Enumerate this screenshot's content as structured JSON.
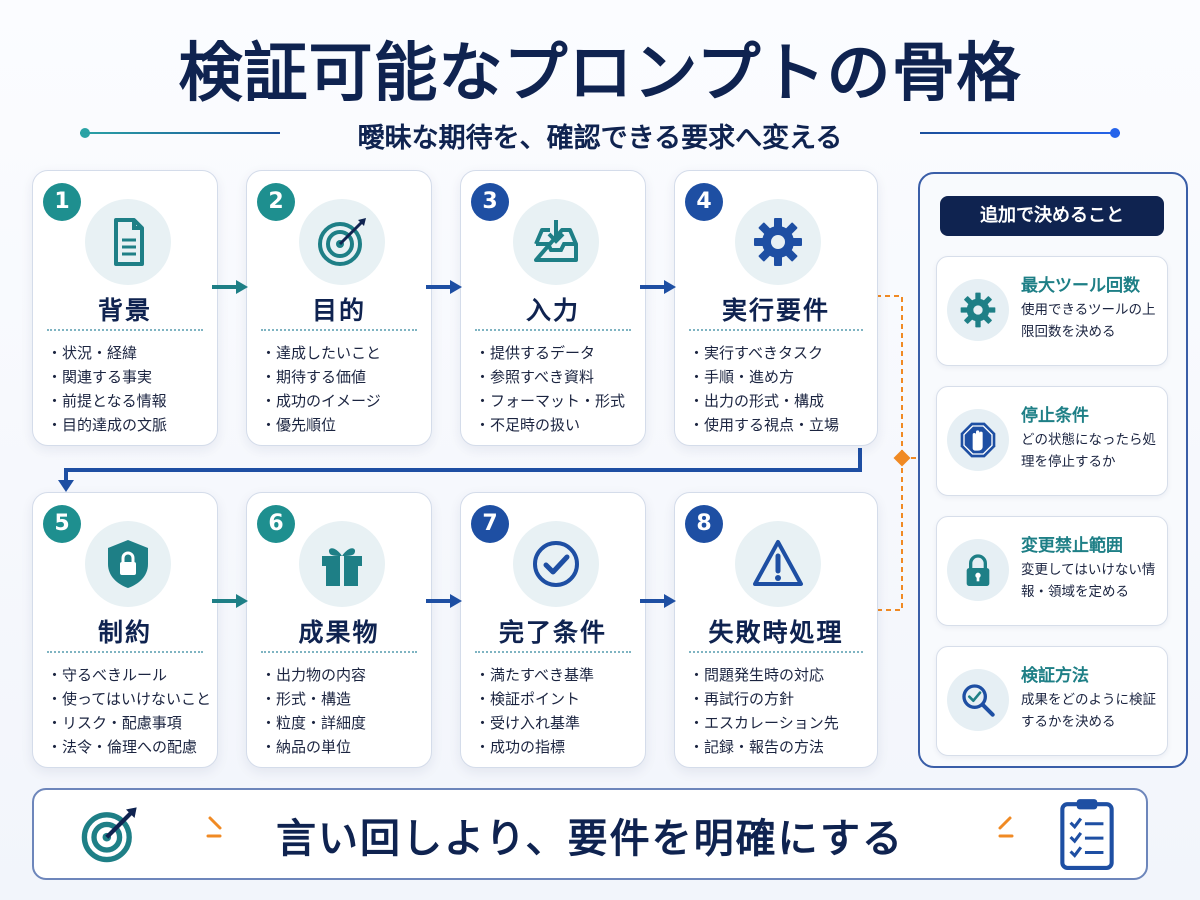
{
  "header": {
    "title": "検証可能なプロンプトの骨格",
    "subtitle": "曖昧な期待を、確認できる要求へ変える"
  },
  "cards": [
    {
      "number": "1",
      "title": "背景",
      "icon": "document-icon",
      "items": [
        "状況・経緯",
        "関連する事実",
        "前提となる情報",
        "目的達成の文脈"
      ]
    },
    {
      "number": "2",
      "title": "目的",
      "icon": "target-icon",
      "items": [
        "達成したいこと",
        "期待する価値",
        "成功のイメージ",
        "優先順位"
      ]
    },
    {
      "number": "3",
      "title": "入力",
      "icon": "inbox-download-icon",
      "items": [
        "提供するデータ",
        "参照すべき資料",
        "フォーマット・形式",
        "不足時の扱い"
      ]
    },
    {
      "number": "4",
      "title": "実行要件",
      "icon": "gear-icon",
      "items": [
        "実行すべきタスク",
        "手順・進め方",
        "出力の形式・構成",
        "使用する視点・立場"
      ]
    },
    {
      "number": "5",
      "title": "制約",
      "icon": "shield-lock-icon",
      "items": [
        "守るべきルール",
        "使ってはいけないこと",
        "リスク・配慮事項",
        "法令・倫理への配慮"
      ]
    },
    {
      "number": "6",
      "title": "成果物",
      "icon": "gift-icon",
      "items": [
        "出力物の内容",
        "形式・構造",
        "粒度・詳細度",
        "納品の単位"
      ]
    },
    {
      "number": "7",
      "title": "完了条件",
      "icon": "check-circle-icon",
      "items": [
        "満たすべき基準",
        "検証ポイント",
        "受け入れ基準",
        "成功の指標"
      ]
    },
    {
      "number": "8",
      "title": "失敗時処理",
      "icon": "warning-icon",
      "items": [
        "問題発生時の対応",
        "再試行の方針",
        "エスカレーション先",
        "記録・報告の方法"
      ]
    }
  ],
  "side": {
    "header": "追加で決めること",
    "items": [
      {
        "title": "最大ツール回数",
        "desc": "使用できるツールの上限回数を決める",
        "icon": "gear-icon"
      },
      {
        "title": "停止条件",
        "desc": "どの状態になったら処理を停止するか",
        "icon": "stop-hand-icon"
      },
      {
        "title": "変更禁止範囲",
        "desc": "変更してはいけない情報・領域を定める",
        "icon": "lock-icon"
      },
      {
        "title": "検証方法",
        "desc": "成果をどのように検証するかを決める",
        "icon": "magnifier-check-icon"
      }
    ]
  },
  "banner": {
    "text": "言い回しより、要件を明確にする",
    "left_icon": "target-icon",
    "right_icon": "clipboard-checklist-icon"
  },
  "colors": {
    "navy": "#0f2350",
    "teal": "#1e8f8f",
    "blue": "#1e4fa3",
    "orange": "#f08a24"
  }
}
